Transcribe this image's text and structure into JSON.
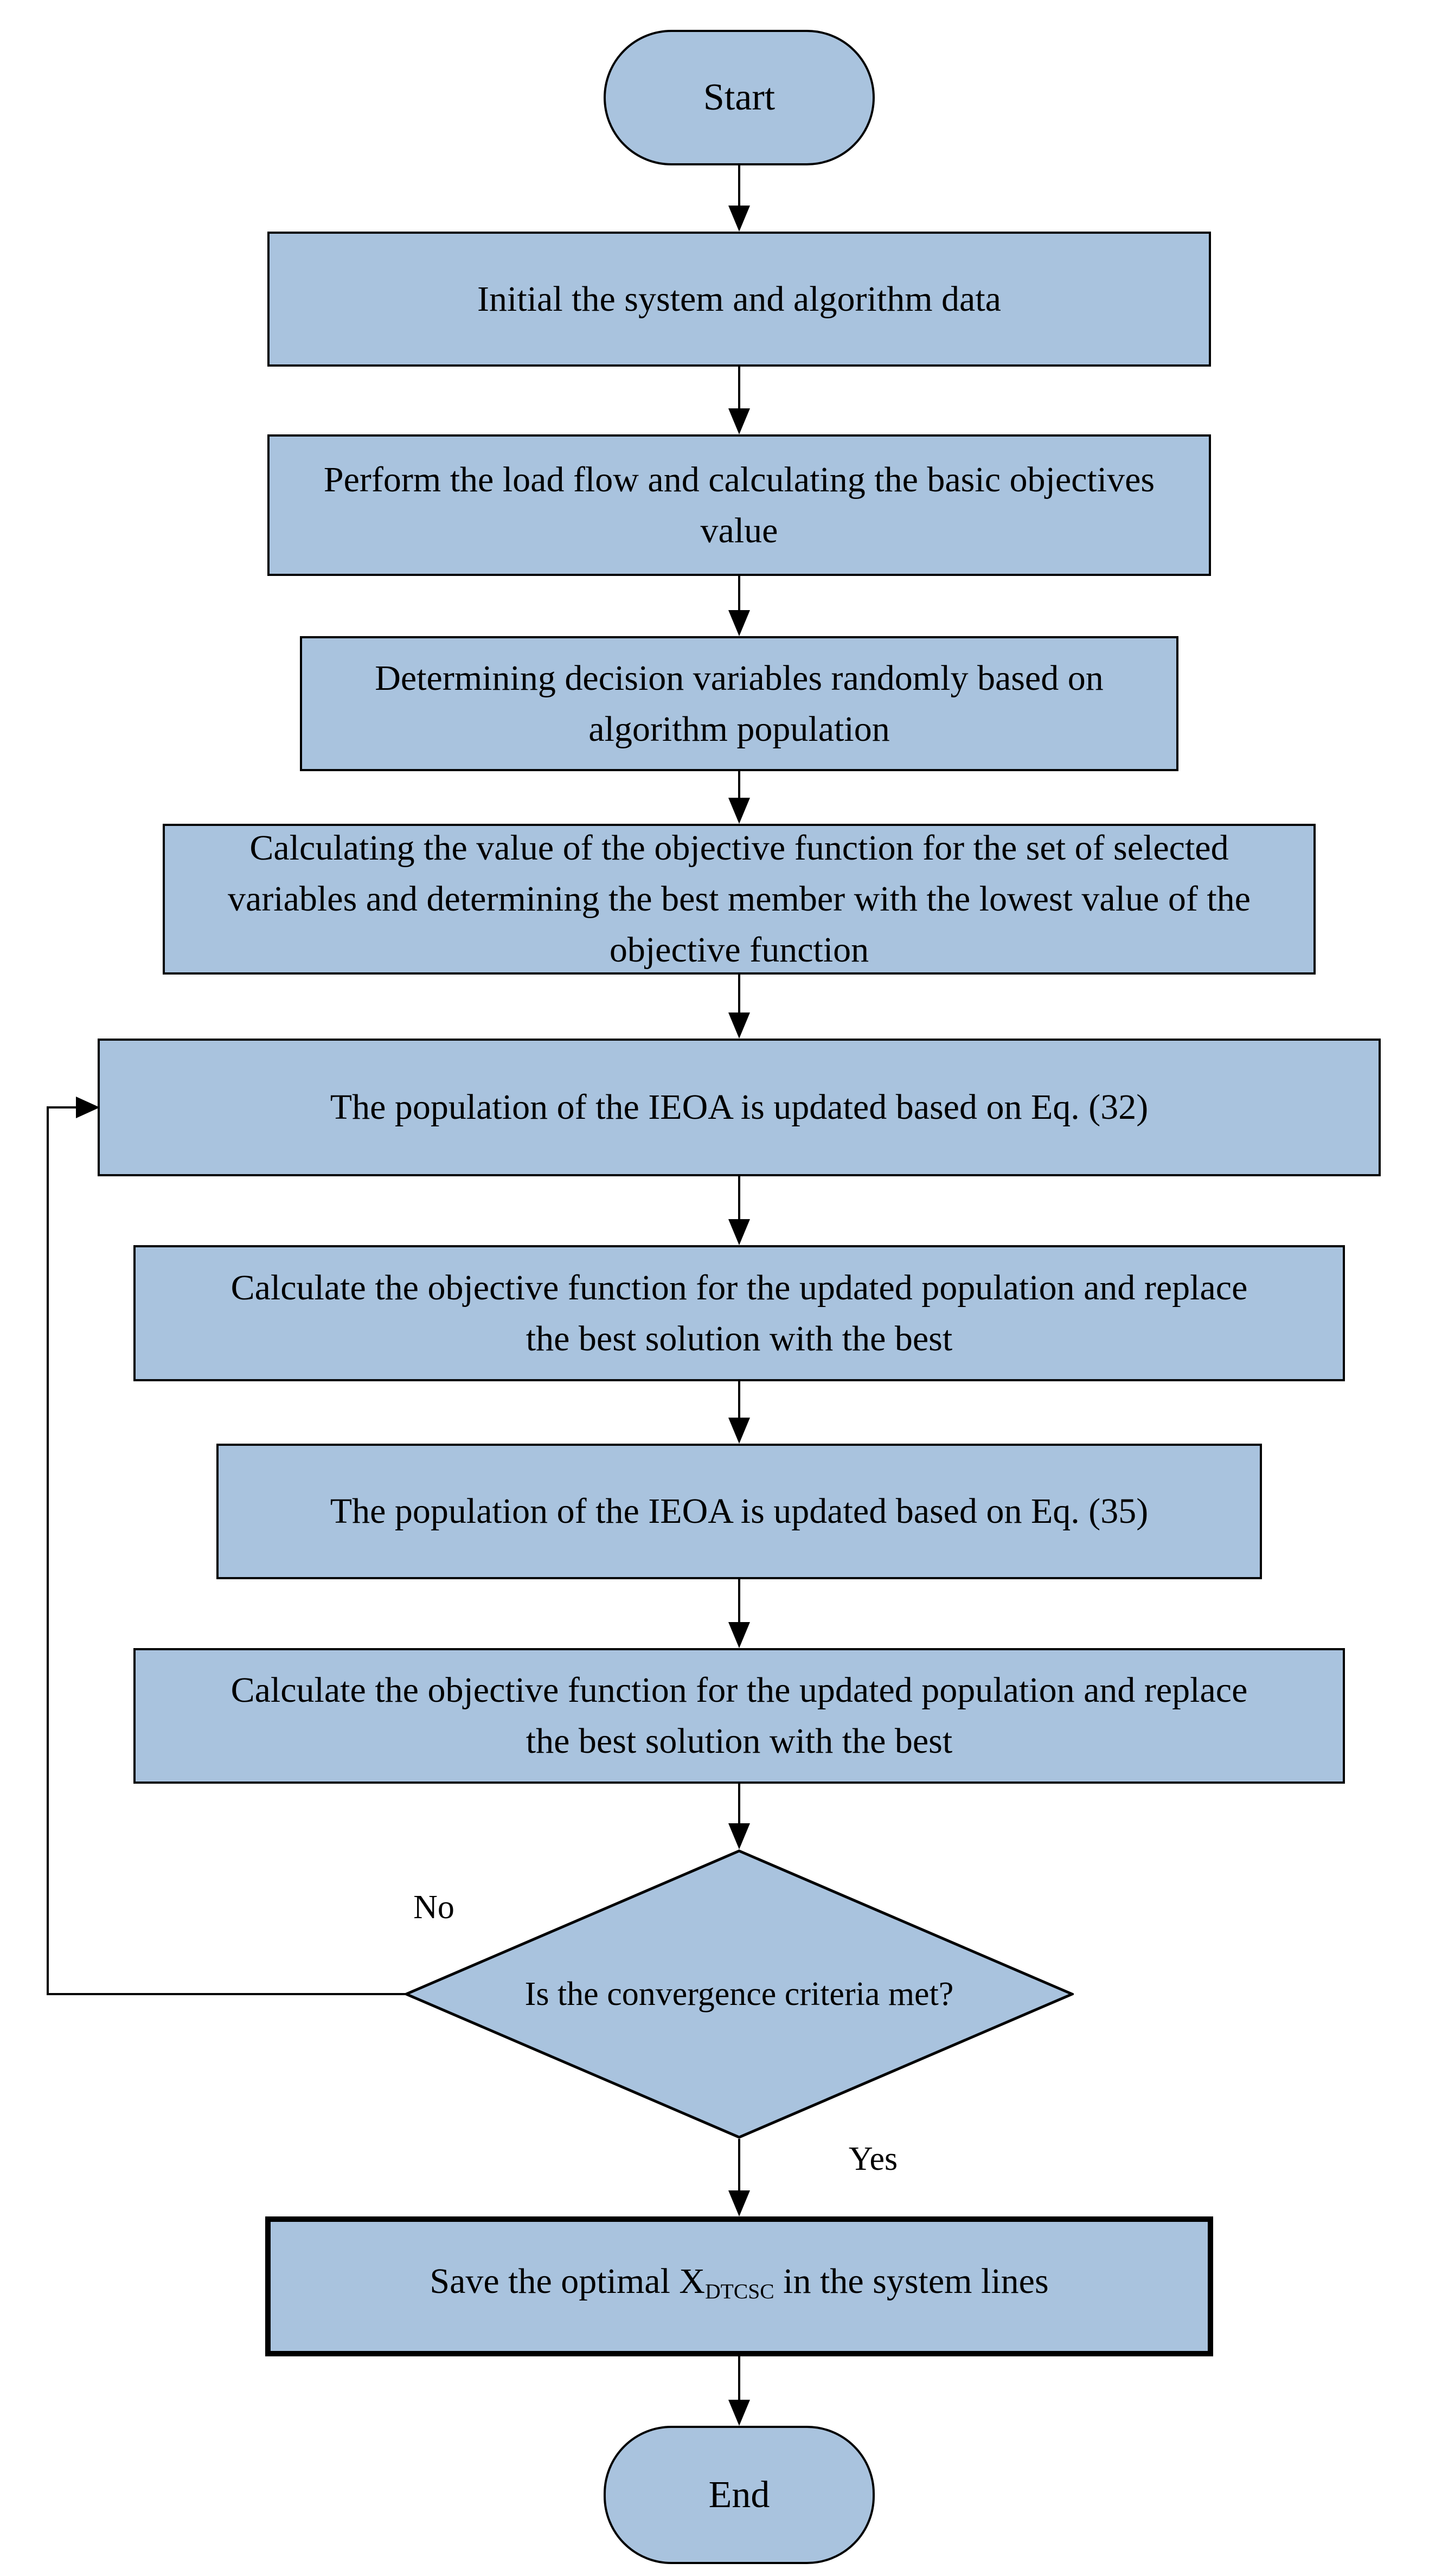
{
  "flowchart": {
    "colors": {
      "background": "#ffffff",
      "node_fill": "#a9c3de",
      "node_border": "#000000",
      "text": "#000000"
    },
    "nodes": {
      "start": {
        "type": "terminator",
        "label": "Start"
      },
      "init_data": {
        "type": "process",
        "lines": [
          "Initial the system and algorithm data"
        ]
      },
      "load_flow": {
        "type": "process",
        "lines": [
          "Perform the load flow and calculating the basic objectives",
          "value"
        ]
      },
      "decision_vars": {
        "type": "process",
        "lines": [
          "Determining decision variables randomly based on",
          "algorithm population"
        ]
      },
      "calc_objective": {
        "type": "process",
        "lines": [
          "Calculating the value of the objective function for the set of selected",
          "variables and determining the best member with the lowest value of the",
          "objective function"
        ]
      },
      "update_eq32": {
        "type": "process",
        "lines": [
          "The population of the IEOA is updated based on Eq. (32)"
        ]
      },
      "replace_best_1": {
        "type": "process",
        "lines": [
          "Calculate the objective function for the updated population and replace",
          "the best solution  with the best"
        ]
      },
      "update_eq35": {
        "type": "process",
        "lines": [
          "The population of the IEOA is updated based on Eq. (35)"
        ]
      },
      "replace_best_2": {
        "type": "process",
        "lines": [
          "Calculate the objective function for the updated population and replace",
          "the best solution  with the best"
        ]
      },
      "convergence": {
        "type": "decision",
        "label": "Is the convergence criteria met?",
        "no_label": "No",
        "yes_label": "Yes"
      },
      "save_optimal": {
        "type": "process",
        "label_pre": "Save the optimal X",
        "label_sub": "DTCSC",
        "label_post": " in the system lines"
      },
      "end": {
        "type": "terminator",
        "label": "End"
      }
    }
  }
}
